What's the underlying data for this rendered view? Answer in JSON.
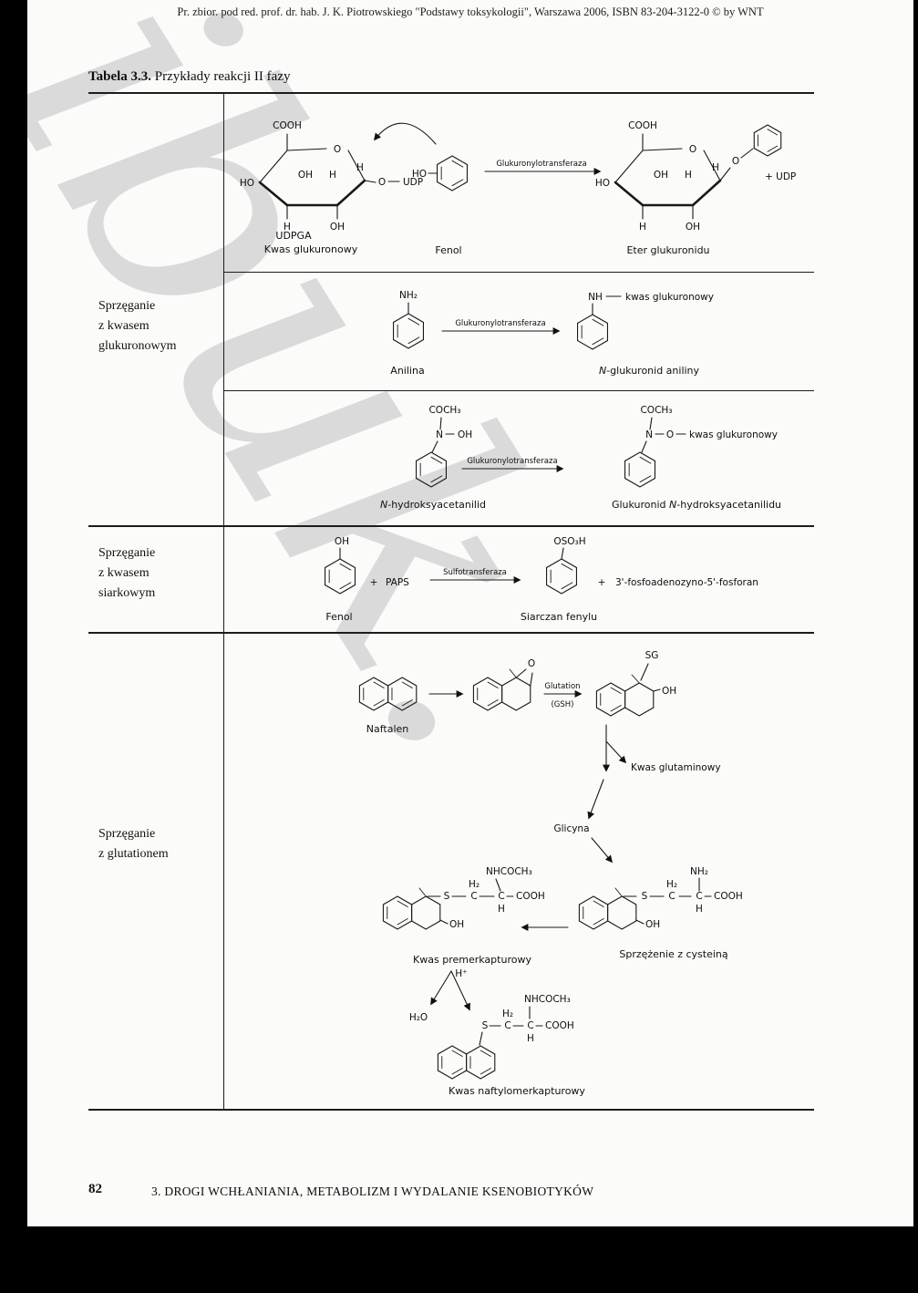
{
  "page": {
    "header": "Pr. zbior. pod red. prof. dr. hab. J. K. Piotrowskiego \"Podstawy toksykologii\", Warszawa 2006, ISBN 83-204-3122-0 © by WNT",
    "watermark": "ibuk.",
    "footer_page": "82",
    "footer_chapter": "3. DROGI WCHŁANIANIA, METABOLIZM I WYDALANIE KSENOBIOTYKÓW"
  },
  "table": {
    "title_label": "Tabela 3.3.",
    "title_text": "Przykłady reakcji II fazy",
    "row1_label": [
      "Sprzęganie",
      "z kwasem",
      "glukuronowym"
    ],
    "row2_label": [
      "Sprzęganie",
      "z kwasem",
      "siarkowym"
    ],
    "row3_label": [
      "Sprzęganie",
      "z glutationem"
    ]
  },
  "atoms": {
    "cooh": "COOH",
    "o": "O",
    "ho": "HO",
    "oh": "OH",
    "h": "H",
    "udp": "UDP",
    "nh2": "NH₂",
    "nh": "NH",
    "n": "N",
    "coch3": "COCH₃",
    "oso3h": "OSO₃H",
    "plus": "+",
    "sg": "SG",
    "s": "S",
    "c": "C",
    "h2": "H₂",
    "nhcoch3": "NHCOCH₃",
    "h2o": "H₂O",
    "hplus": "H⁺"
  },
  "r1": {
    "enzyme": "Glukuronylotransferaza",
    "cap_udpga": "UDPGA",
    "cap_kwas": "Kwas glukuronowy",
    "cap_fenol": "Fenol",
    "cap_eter": "Eter glukuronidu",
    "plus_udp": "+ UDP"
  },
  "r2": {
    "enzyme": "Glukuronylotransferaza",
    "kwas_gluk": "kwas glukuronowy",
    "cap_anilina": "Anilina",
    "cap_product_n": "N",
    "cap_product_rest": "-glukuronid aniliny"
  },
  "r3": {
    "enzyme": "Glukuronylotransferaza",
    "kwas_gluk": "kwas glukuronowy",
    "cap_substrate_n": "N",
    "cap_substrate_rest": "-hydroksyacetanilid",
    "cap_product_pre": "Glukuronid ",
    "cap_product_n": "N",
    "cap_product_rest": "-hydroksyacetanilidu"
  },
  "r4": {
    "enzyme": "Sulfotransferaza",
    "paps": "PAPS",
    "paf": "3'-fosfoadenozyno-5'-fosforan",
    "cap_fenol": "Fenol",
    "cap_product": "Siarczan fenylu"
  },
  "r5": {
    "cap_naftalen": "Naftalen",
    "glutation_l1": "Glutation",
    "glutation_l2": "(GSH)",
    "kwas_glutaminowy": "Kwas glutaminowy",
    "glicyna": "Glicyna",
    "cap_cysteina": "Sprzężenie z cysteiną",
    "cap_premerkapturowy": "Kwas premerkapturowy",
    "cap_naftylo": "Kwas naftylomerkapturowy"
  }
}
